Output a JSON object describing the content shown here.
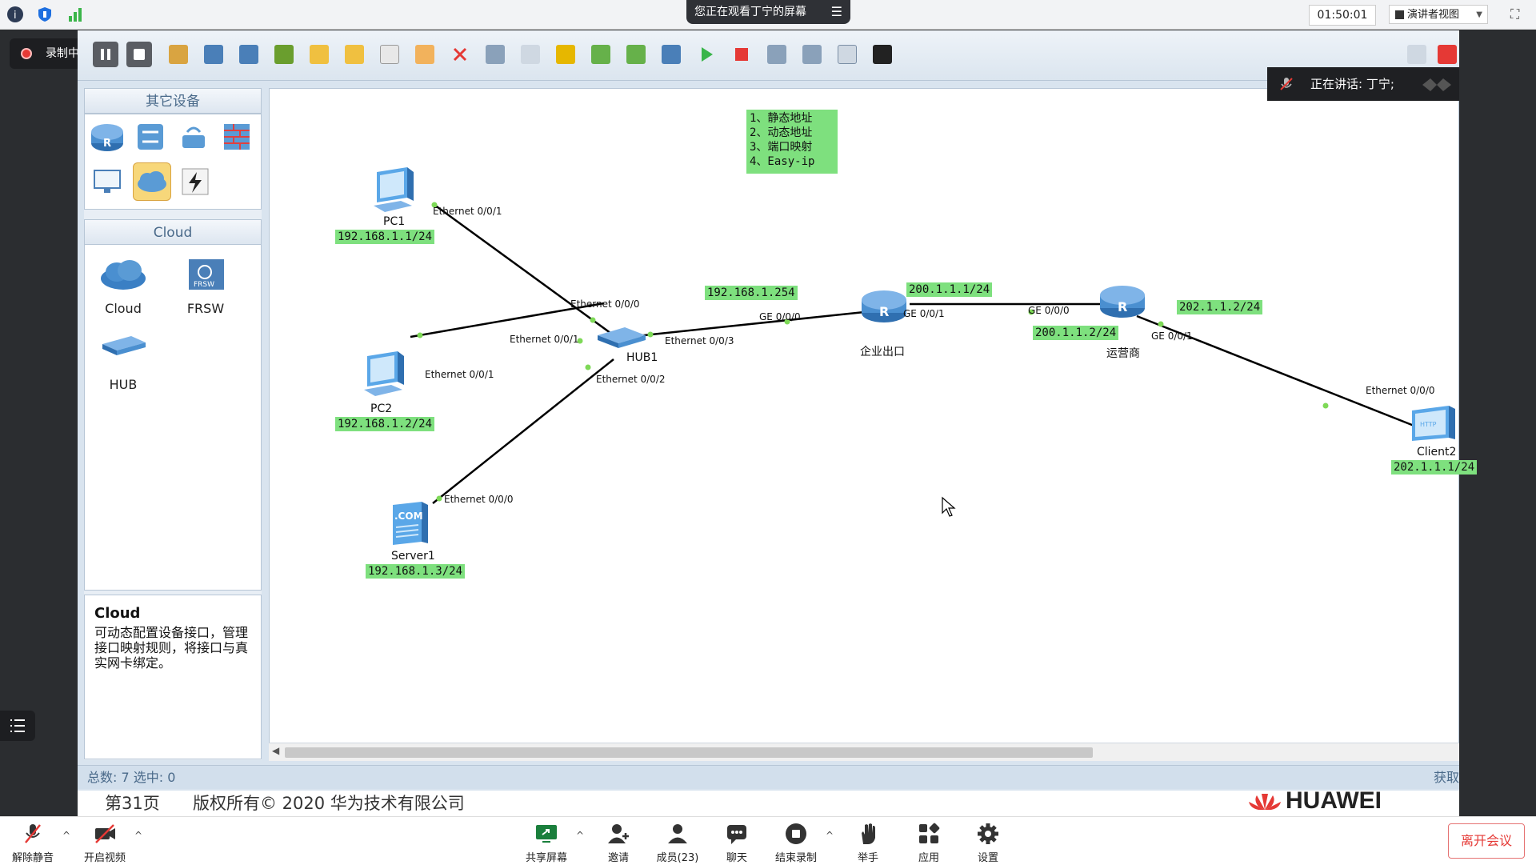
{
  "topbar": {
    "watching_text": "您正在观看丁宁的屏幕",
    "timer": "01:50:01",
    "view_mode": "演讲者视图"
  },
  "recording": {
    "label": "录制中"
  },
  "speaker": {
    "text": "正在讲话: 丁宁;"
  },
  "left_panel": {
    "section1_title": "其它设备",
    "section2_title": "Cloud",
    "devices": [
      {
        "name": "Cloud"
      },
      {
        "name": "FRSW"
      },
      {
        "name": "HUB"
      }
    ],
    "desc_title": "Cloud",
    "desc_text": "可动态配置设备接口，管理接口映射规则，将接口与真实网卡绑定。"
  },
  "canvas": {
    "note_lines": [
      "1、静态地址",
      "2、动态地址",
      "3、端口映射",
      "4、Easy-ip"
    ],
    "nodes": {
      "pc1": {
        "name": "PC1",
        "ip": "192.168.1.1/24",
        "port": "Ethernet 0/0/1"
      },
      "pc2": {
        "name": "PC2",
        "ip": "192.168.1.2/24",
        "port": "Ethernet 0/0/1"
      },
      "server1": {
        "name": "Server1",
        "ip": "192.168.1.3/24",
        "port": "Ethernet 0/0/0"
      },
      "hub1": {
        "name": "HUB1",
        "p0": "Ethernet 0/0/0",
        "p1": "Ethernet 0/0/1",
        "p2": "Ethernet 0/0/2",
        "p3": "Ethernet 0/0/3"
      },
      "r1": {
        "name": "企业出口",
        "ge0": "GE 0/0/0",
        "ge1": "GE 0/0/1",
        "ip_in": "192.168.1.254",
        "ip_out": "200.1.1.1/24"
      },
      "r2": {
        "name": "运营商",
        "ge0": "GE 0/0/0",
        "ge1": "GE 0/0/1",
        "ip_in": "200.1.1.2/24",
        "ip_out": "202.1.1.2/24"
      },
      "client2": {
        "name": "Client2",
        "ip": "202.1.1.1/24",
        "port": "Ethernet 0/0/0"
      }
    }
  },
  "statusbar": {
    "text": "总数: 7 选中: 0",
    "right": "获取"
  },
  "footer": {
    "page": "第31页",
    "copyright": "版权所有© 2020 华为技术有限公司",
    "brand": "HUAWEI"
  },
  "bottombar": {
    "items": [
      "解除静音",
      "开启视频",
      "共享屏幕",
      "邀请",
      "成员(23)",
      "聊天",
      "结束录制",
      "举手",
      "应用",
      "设置"
    ],
    "leave": "离开会议"
  },
  "colors": {
    "label_green": "#7ee07e",
    "link": "#000000",
    "port_dot": "#7ed957",
    "record_red": "#e53935"
  }
}
